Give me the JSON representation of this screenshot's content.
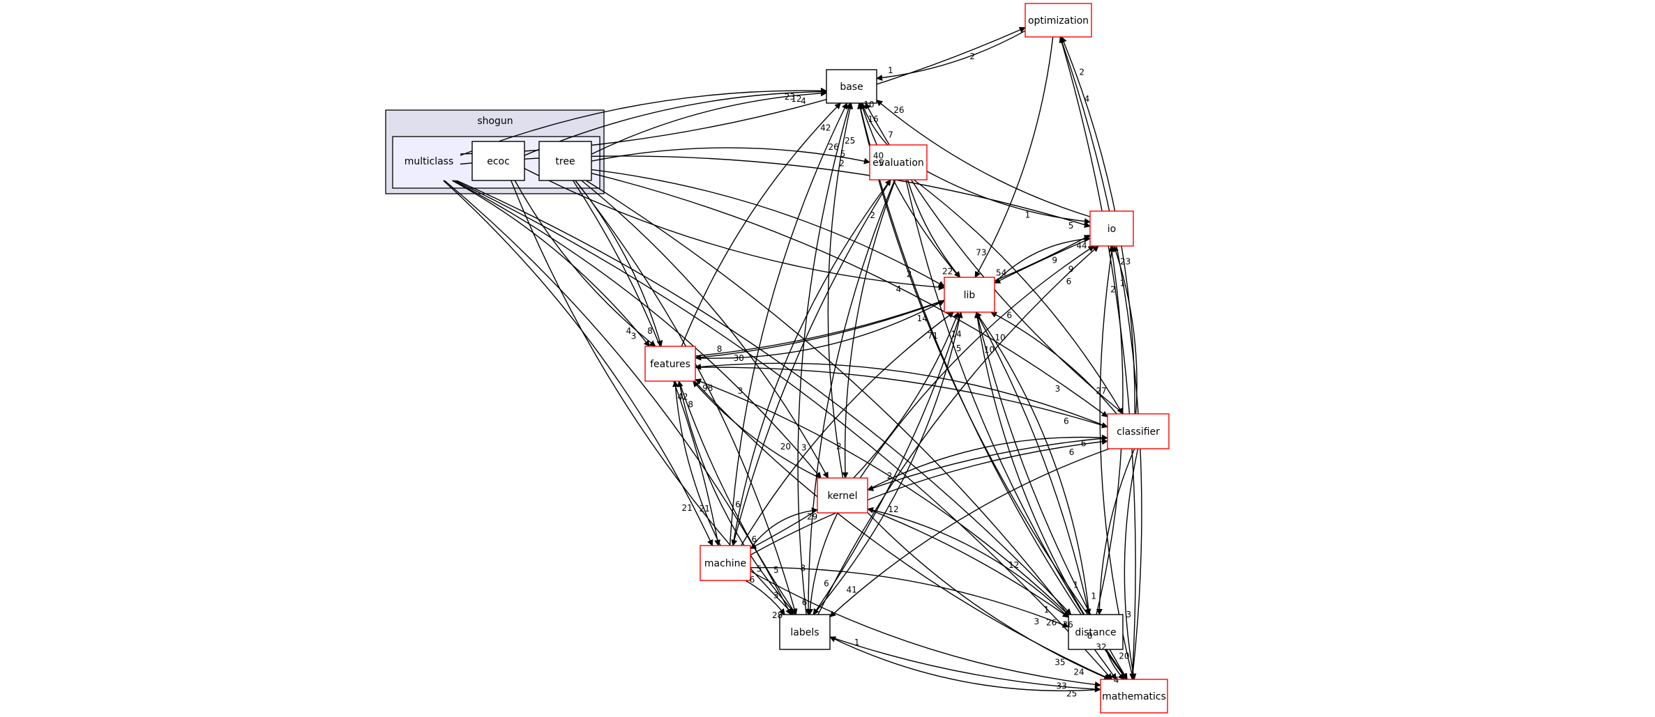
{
  "colors": {
    "cluster_fill": "#dfdfee",
    "cluster_stroke": "#000000",
    "inner_fill": "#eeeeff",
    "node_fill": "#ffffff",
    "node_stroke_plain": "#000000",
    "node_stroke_highlight": "#ff0000",
    "edge": "#000000"
  },
  "cluster": {
    "id": "shogun",
    "label": "shogun"
  },
  "nodes": [
    {
      "id": "multiclass",
      "label": "multiclass",
      "style": "package"
    },
    {
      "id": "ecoc",
      "label": "ecoc",
      "style": "plain"
    },
    {
      "id": "tree",
      "label": "tree",
      "style": "plain"
    },
    {
      "id": "optimization",
      "label": "optimization",
      "style": "highlight"
    },
    {
      "id": "base",
      "label": "base",
      "style": "plain"
    },
    {
      "id": "evaluation",
      "label": "evaluation",
      "style": "highlight"
    },
    {
      "id": "io",
      "label": "io",
      "style": "highlight"
    },
    {
      "id": "lib",
      "label": "lib",
      "style": "highlight"
    },
    {
      "id": "features",
      "label": "features",
      "style": "highlight"
    },
    {
      "id": "classifier",
      "label": "classifier",
      "style": "highlight"
    },
    {
      "id": "kernel",
      "label": "kernel",
      "style": "highlight"
    },
    {
      "id": "machine",
      "label": "machine",
      "style": "highlight"
    },
    {
      "id": "labels",
      "label": "labels",
      "style": "plain"
    },
    {
      "id": "distance",
      "label": "distance",
      "style": "plain"
    },
    {
      "id": "mathematics",
      "label": "mathematics",
      "style": "highlight"
    }
  ],
  "edges": [
    {
      "from": "multiclass",
      "to": "optimization",
      "label": "2"
    },
    {
      "from": "multiclass",
      "to": "base",
      "label": "23"
    },
    {
      "from": "multiclass",
      "to": "io",
      "label": "1"
    },
    {
      "from": "multiclass",
      "to": "features",
      "label": "4"
    },
    {
      "from": "multiclass",
      "to": "kernel",
      "label": "20"
    },
    {
      "from": "multiclass",
      "to": "machine",
      "label": "21"
    },
    {
      "from": "multiclass",
      "to": "labels",
      "label": "5"
    },
    {
      "from": "multiclass",
      "to": "distance",
      "label": "12"
    },
    {
      "from": "multiclass",
      "to": "mathematics",
      "label": "26"
    },
    {
      "from": "ecoc",
      "to": "base",
      "label": "12"
    },
    {
      "from": "ecoc",
      "to": "features",
      "label": "3"
    },
    {
      "from": "ecoc",
      "to": "lib",
      "label": "4"
    },
    {
      "from": "ecoc",
      "to": "labels",
      "label": "6"
    },
    {
      "from": "tree",
      "to": "base",
      "label": "4"
    },
    {
      "from": "tree",
      "to": "evaluation",
      "label": "2"
    },
    {
      "from": "tree",
      "to": "lib",
      "label": "2"
    },
    {
      "from": "tree",
      "to": "features",
      "label": "8"
    },
    {
      "from": "tree",
      "to": "classifier",
      "label": "3"
    },
    {
      "from": "tree",
      "to": "kernel",
      "label": "3"
    },
    {
      "from": "tree",
      "to": "machine",
      "label": "21"
    },
    {
      "from": "tree",
      "to": "labels",
      "label": "5"
    },
    {
      "from": "tree",
      "to": "mathematics",
      "label": "36"
    },
    {
      "from": "optimization",
      "to": "base",
      "label": "1"
    },
    {
      "from": "optimization",
      "to": "lib",
      "label": "73"
    },
    {
      "from": "optimization",
      "to": "mathematics",
      "label": "3"
    },
    {
      "from": "evaluation",
      "to": "base",
      "label": "10"
    },
    {
      "from": "evaluation",
      "to": "io",
      "label": "5"
    },
    {
      "from": "evaluation",
      "to": "lib",
      "label": "22"
    },
    {
      "from": "evaluation",
      "to": "kernel",
      "label": "2"
    },
    {
      "from": "evaluation",
      "to": "machine",
      "label": "6"
    },
    {
      "from": "evaluation",
      "to": "labels",
      "label": "8"
    },
    {
      "from": "evaluation",
      "to": "classifier",
      "label": "27"
    },
    {
      "from": "evaluation",
      "to": "mathematics",
      "label": "8"
    },
    {
      "from": "io",
      "to": "base",
      "label": "26"
    },
    {
      "from": "io",
      "to": "lib",
      "label": "54"
    },
    {
      "from": "lib",
      "to": "base",
      "label": "16"
    },
    {
      "from": "lib",
      "to": "io",
      "label": "44"
    },
    {
      "from": "lib",
      "to": "features",
      "label": "8"
    },
    {
      "from": "lib",
      "to": "labels",
      "label": "6"
    },
    {
      "from": "lib",
      "to": "distance",
      "label": "1"
    },
    {
      "from": "lib",
      "to": "mathematics",
      "label": "32"
    },
    {
      "from": "features",
      "to": "base",
      "label": "42"
    },
    {
      "from": "features",
      "to": "io",
      "label": "9"
    },
    {
      "from": "features",
      "to": "lib",
      "label": "14"
    },
    {
      "from": "features",
      "to": "classifier",
      "label": "6"
    },
    {
      "from": "features",
      "to": "labels",
      "label": "3"
    },
    {
      "from": "features",
      "to": "mathematics",
      "label": "35"
    },
    {
      "from": "classifier",
      "to": "base",
      "label": "7"
    },
    {
      "from": "classifier",
      "to": "optimization",
      "label": "2"
    },
    {
      "from": "classifier",
      "to": "io",
      "label": "23"
    },
    {
      "from": "classifier",
      "to": "lib",
      "label": "6"
    },
    {
      "from": "classifier",
      "to": "features",
      "label": "30"
    },
    {
      "from": "classifier",
      "to": "kernel",
      "label": "2"
    },
    {
      "from": "classifier",
      "to": "labels",
      "label": "41"
    },
    {
      "from": "classifier",
      "to": "distance",
      "label": "1"
    },
    {
      "from": "classifier",
      "to": "mathematics",
      "label": "20"
    },
    {
      "from": "kernel",
      "to": "base",
      "label": "25"
    },
    {
      "from": "kernel",
      "to": "io",
      "label": "9"
    },
    {
      "from": "kernel",
      "to": "lib",
      "label": "14"
    },
    {
      "from": "kernel",
      "to": "features",
      "label": "98"
    },
    {
      "from": "kernel",
      "to": "classifier",
      "label": "6"
    },
    {
      "from": "kernel",
      "to": "machine",
      "label": "6"
    },
    {
      "from": "kernel",
      "to": "labels",
      "label": "6"
    },
    {
      "from": "kernel",
      "to": "distance",
      "label": "1"
    },
    {
      "from": "kernel",
      "to": "mathematics",
      "label": "24"
    },
    {
      "from": "machine",
      "to": "base",
      "label": "26"
    },
    {
      "from": "machine",
      "to": "evaluation",
      "label": "2"
    },
    {
      "from": "machine",
      "to": "lib",
      "label": "71"
    },
    {
      "from": "machine",
      "to": "features",
      "label": "42"
    },
    {
      "from": "machine",
      "to": "classifier",
      "label": "6"
    },
    {
      "from": "machine",
      "to": "kernel",
      "label": "29"
    },
    {
      "from": "machine",
      "to": "labels",
      "label": "28"
    },
    {
      "from": "machine",
      "to": "distance",
      "label": "3"
    },
    {
      "from": "machine",
      "to": "mathematics",
      "label": "33"
    },
    {
      "from": "labels",
      "to": "base",
      "label": "5"
    },
    {
      "from": "labels",
      "to": "io",
      "label": "6"
    },
    {
      "from": "labels",
      "to": "lib",
      "label": "5"
    },
    {
      "from": "labels",
      "to": "features",
      "label": "8"
    },
    {
      "from": "labels",
      "to": "mathematics",
      "label": "25"
    },
    {
      "from": "distance",
      "to": "base",
      "label": "40"
    },
    {
      "from": "distance",
      "to": "io",
      "label": "1"
    },
    {
      "from": "distance",
      "to": "features",
      "label": "3"
    },
    {
      "from": "distance",
      "to": "kernel",
      "label": "12"
    },
    {
      "from": "distance",
      "to": "lib",
      "label": "10"
    },
    {
      "from": "distance",
      "to": "mathematics",
      "label": "4"
    },
    {
      "from": "mathematics",
      "to": "base",
      "label": "5"
    },
    {
      "from": "mathematics",
      "to": "io",
      "label": "2"
    },
    {
      "from": "mathematics",
      "to": "lib",
      "label": "10"
    },
    {
      "from": "mathematics",
      "to": "labels",
      "label": "1"
    },
    {
      "from": "mathematics",
      "to": "optimization",
      "label": "4"
    }
  ]
}
